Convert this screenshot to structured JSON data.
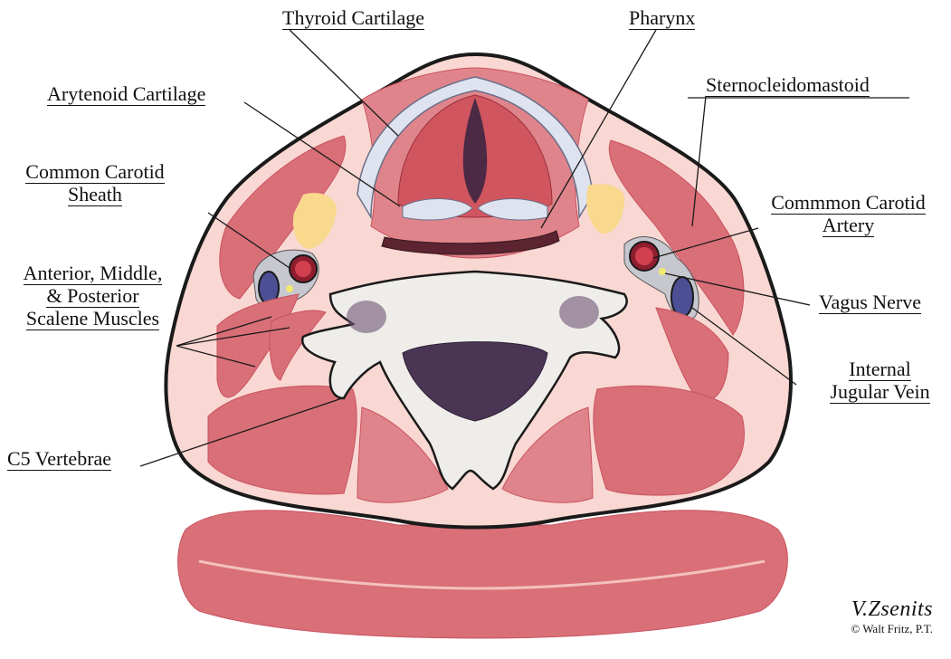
{
  "labels": {
    "thyroid_cartilage": "Thyroid Cartilage",
    "pharynx": "Pharynx",
    "arytenoid_cartilage": "Arytenoid Cartilage",
    "sternocleidomastoid": "Sternocleidomastoid",
    "common_carotid_sheath": [
      "Common Carotid",
      "Sheath"
    ],
    "common_carotid_artery": [
      "Commmon Carotid",
      "Artery"
    ],
    "scalene_muscles": [
      "Anterior, Middle,",
      "& Posterior",
      "Scalene Muscles"
    ],
    "vagus_nerve": "Vagus Nerve",
    "internal_jugular_vein": [
      "Internal",
      "Jugular Vein"
    ],
    "c5_vertebrae": "C5 Vertebrae"
  },
  "signature": {
    "name": "V.Zsenits",
    "copyright": "© Walt Fritz, P.T."
  },
  "colors": {
    "skin": "#f9d7d2",
    "muscle": "#d96f77",
    "muscle_dark": "#c9535f",
    "bone": "#eeedea",
    "cartilage": "#dfe3ef",
    "fat": "#f8d98e",
    "artery": "#8e1d2e",
    "vein": "#4c4f93",
    "nerve": "#f1ea6c",
    "outline": "#1a1a1a"
  }
}
